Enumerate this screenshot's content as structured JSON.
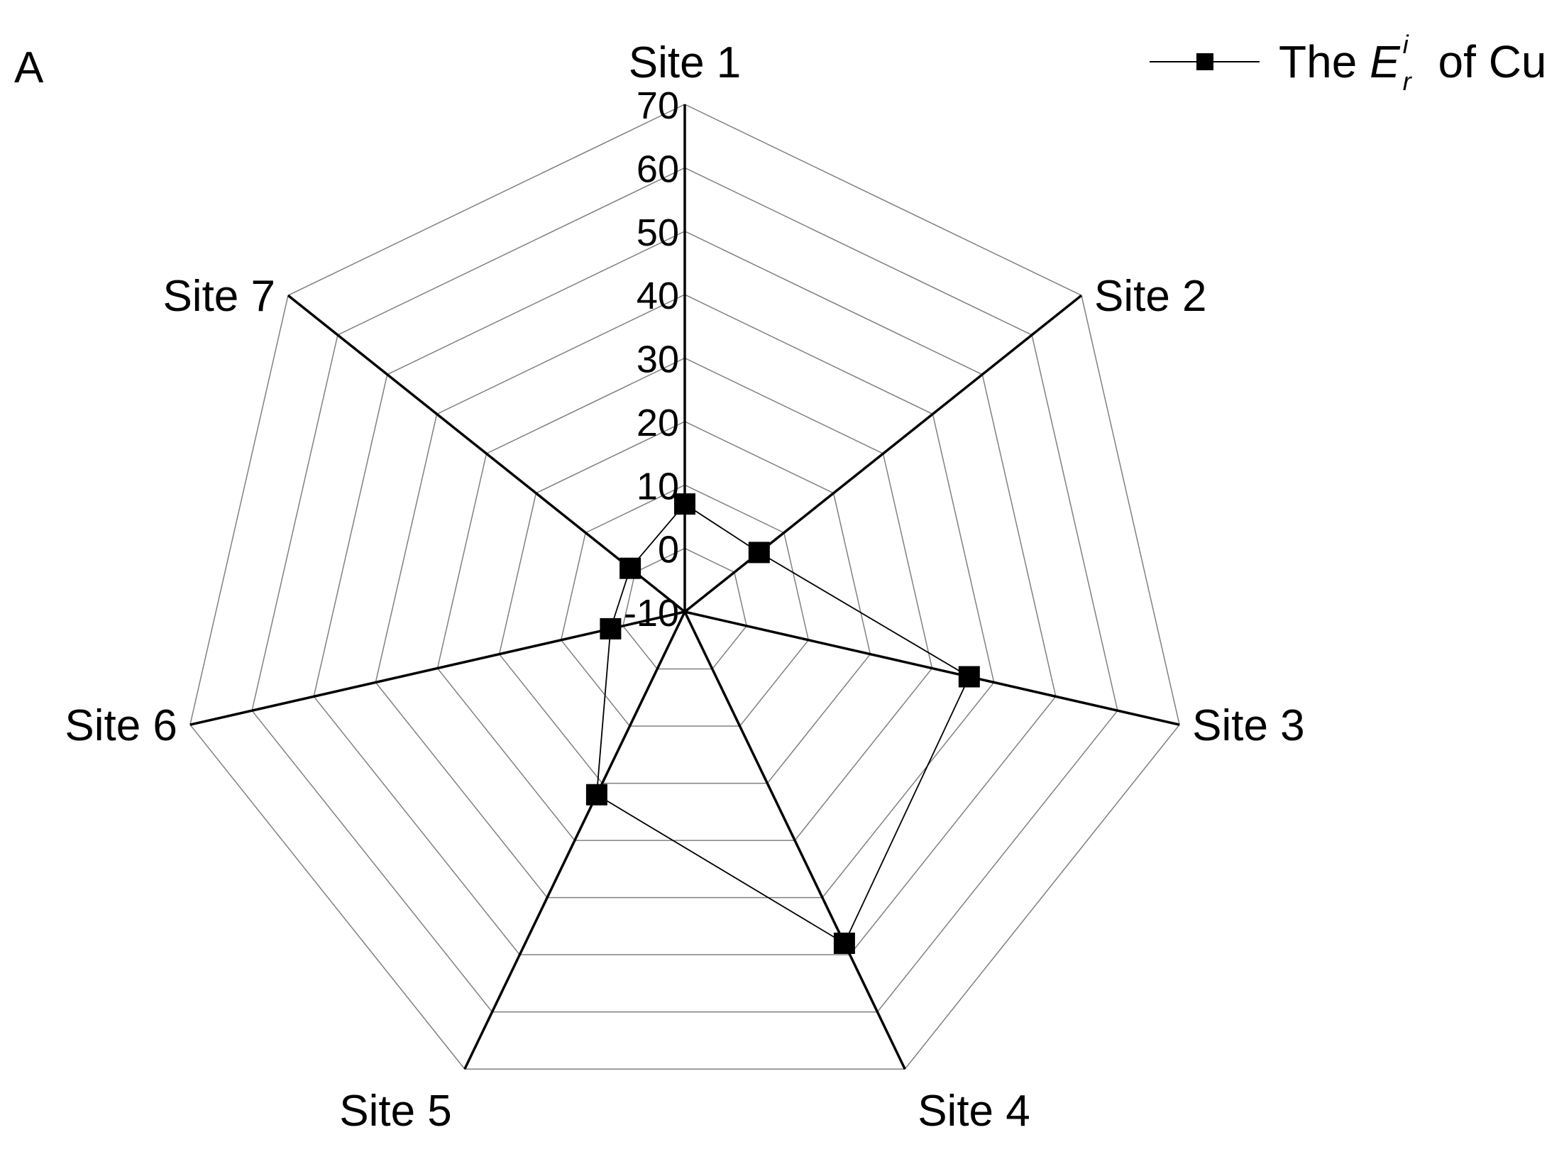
{
  "panel_label": "A",
  "legend": {
    "prefix": "The ",
    "symbol": "E",
    "superscript": "i",
    "subscript": "r",
    "suffix": " of Cu"
  },
  "chart_data": {
    "type": "radar",
    "categories": [
      "Site 1",
      "Site 2",
      "Site 3",
      "Site 4",
      "Site 5",
      "Site 6",
      "Site 7"
    ],
    "radial_ticks": [
      -10,
      0,
      10,
      20,
      30,
      40,
      50,
      60,
      70
    ],
    "rlim": [
      -10,
      70
    ],
    "grid": true,
    "legend_position": "top-right",
    "series": [
      {
        "name": "The Eri of Cu",
        "values": [
          7,
          5,
          36,
          48,
          22,
          2,
          1
        ],
        "marker": "square",
        "color": "#000000"
      }
    ]
  }
}
